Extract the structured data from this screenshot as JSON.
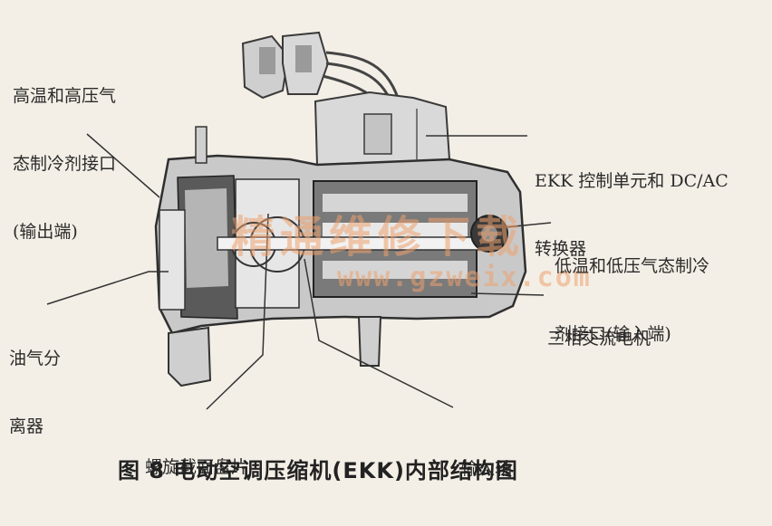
{
  "labels": {
    "hp_outlet": [
      "高温和高压气",
      "态制冷剂接口",
      "(输出端)"
    ],
    "ekk_control": [
      "EKK 控制单元和 DC/AC",
      "转换器"
    ],
    "lp_inlet": [
      "低温和低压气态制冷",
      "剂接口(输入端)"
    ],
    "motor": [
      "三相交流电机"
    ],
    "oil_separator": [
      "油气分",
      "离器"
    ],
    "scroll_plate": [
      "螺旋截面盘片"
    ],
    "input_shaft": [
      "输入轴"
    ]
  },
  "caption": "图 8   电动空调压缩机(EKK)内部结构图",
  "watermark": {
    "cn": "精通维修下载",
    "url": "www.gzweix.com"
  },
  "colors": {
    "background": "#f3efe6",
    "housing": "#bdbdbd",
    "dark": "#3a3a3a",
    "watermark": "#eca06e"
  }
}
